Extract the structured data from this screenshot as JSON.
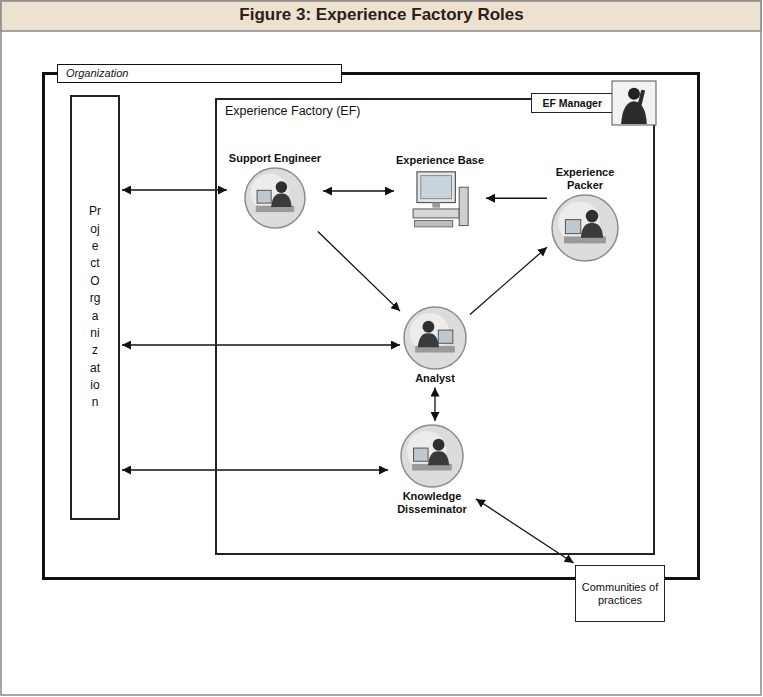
{
  "diagram": {
    "title": "Figure 3: Experience Factory Roles",
    "nodes": [
      {
        "text": [
          "Organization"
        ]
      },
      {
        "text": [
          "Project Organization"
        ],
        "in": 0
      },
      {
        "text": [
          "Experience Factory (EF)"
        ],
        "in": 0
      },
      {
        "text": [
          "EF Manager"
        ],
        "in": 2
      },
      {
        "text": [
          "Support Engineer"
        ],
        "in": 2
      },
      {
        "text": [
          "Experience Base"
        ],
        "in": 2
      },
      {
        "text": [
          "Experience Packer"
        ],
        "in": 2
      },
      {
        "text": [
          "Analyst"
        ],
        "in": 2
      },
      {
        "text": [
          "Knowledge Disseminator"
        ],
        "in": 2
      },
      {
        "text": [
          "Communities of practices"
        ]
      }
    ],
    "edges": [
      {
        "from": 1,
        "to": 4,
        "arrow": "both"
      },
      {
        "from": 4,
        "to": 5,
        "arrow": "both"
      },
      {
        "from": 6,
        "to": 5,
        "arrow": "to"
      },
      {
        "from": 4,
        "to": 7,
        "arrow": "to"
      },
      {
        "from": 7,
        "to": 6,
        "arrow": "to"
      },
      {
        "from": 1,
        "to": 7,
        "arrow": "both"
      },
      {
        "from": 7,
        "to": 8,
        "arrow": "both"
      },
      {
        "from": 1,
        "to": 8,
        "arrow": "both"
      },
      {
        "from": 8,
        "to": 9,
        "arrow": "both"
      }
    ]
  }
}
